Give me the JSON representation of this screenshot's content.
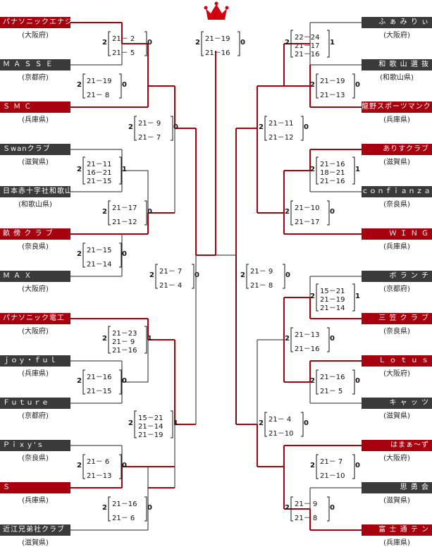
{
  "colors": {
    "winner": "#a6000f",
    "loser_line": "#222222",
    "team_bg": "#3a3a3a"
  },
  "crown_icon": "crown-icon",
  "left_teams": [
    {
      "name": "パナソニックエナジー",
      "pref": "(大阪府)",
      "win": true
    },
    {
      "name": "Ｍ Ａ Ｓ Ｓ Ｅ",
      "pref": "(京都府)",
      "win": false
    },
    {
      "name": "Ｓ  Ｍ  Ｃ",
      "pref": "(兵庫県)",
      "win": true
    },
    {
      "name": "Ｓwanクラブ",
      "pref": "(滋賀県)",
      "win": false
    },
    {
      "name": "日本赤十字社和歌山医療",
      "pref": "(和歌山県)",
      "win": false
    },
    {
      "name": "畝 傍 ク ラ ブ",
      "pref": "(奈良県)",
      "win": true
    },
    {
      "name": "Ｍ  Ａ  Ｘ",
      "pref": "(大阪府)",
      "win": false
    },
    {
      "name": "パナソニック電工",
      "pref": "(大阪府)",
      "win": true
    },
    {
      "name": "ｊｏｙ・ｆｕｌ",
      "pref": "(兵庫県)",
      "win": false
    },
    {
      "name": "Ｆｕｔｕｒｅ",
      "pref": "(京都府)",
      "win": false
    },
    {
      "name": "Ｐｉｘｙ'ｓ",
      "pref": "(奈良県)",
      "win": false
    },
    {
      "name": "Ｓ",
      "pref": "(兵庫県)",
      "win": true
    },
    {
      "name": "近江兄弟社クラブ",
      "pref": "(滋賀県)",
      "win": false
    }
  ],
  "right_teams": [
    {
      "name": "ふ ぁ み り ぃ",
      "pref": "(大阪府)",
      "win": false
    },
    {
      "name": "和 歌 山 選 抜",
      "pref": "(和歌山県)",
      "win": false
    },
    {
      "name": "龍野スポーツマンクラブ",
      "pref": "(兵庫県)",
      "win": true
    },
    {
      "name": "ありすクラブ",
      "pref": "(滋賀県)",
      "win": true
    },
    {
      "name": "ｃｏｎｆｉａｎｚａ",
      "pref": "(奈良県)",
      "win": false
    },
    {
      "name": "Ｗ  Ｉ  Ｎ  Ｇ",
      "pref": "(兵庫県)",
      "win": true
    },
    {
      "name": "ボ ラ ン チ",
      "pref": "(京都府)",
      "win": false
    },
    {
      "name": "三 笠 ク ラ ブ",
      "pref": "(奈良県)",
      "win": true
    },
    {
      "name": "Ｌ ｏ ｔ ｕ ｓ",
      "pref": "(大阪府)",
      "win": true
    },
    {
      "name": "キ ャ ッ ツ",
      "pref": "(滋賀県)",
      "win": false
    },
    {
      "name": "はまぁ～ず",
      "pref": "(大阪府)",
      "win": true
    },
    {
      "name": "思  勇  会",
      "pref": "(滋賀県)",
      "win": false
    },
    {
      "name": "富 士 通 テ ン",
      "pref": "(兵庫県)",
      "win": true
    }
  ],
  "scores": [
    {
      "id": "l1",
      "a": 2,
      "b": 0,
      "games": [
        "21－ 2",
        "21－ 5"
      ]
    },
    {
      "id": "l2",
      "a": 2,
      "b": 0,
      "games": [
        "21－19",
        "21－ 8"
      ]
    },
    {
      "id": "l3",
      "a": 2,
      "b": 0,
      "games": [
        "21－ 9",
        "21－ 7"
      ]
    },
    {
      "id": "l4",
      "a": 2,
      "b": 1,
      "games": [
        "21－11",
        "16－21",
        "21－15"
      ]
    },
    {
      "id": "l5",
      "a": 2,
      "b": 0,
      "games": [
        "21－17",
        "21－12"
      ]
    },
    {
      "id": "l6",
      "a": 2,
      "b": 0,
      "games": [
        "21－15",
        "21－14"
      ]
    },
    {
      "id": "l7",
      "a": 2,
      "b": 0,
      "games": [
        "21－ 7",
        "21－ 4"
      ]
    },
    {
      "id": "l8",
      "a": 2,
      "b": 1,
      "games": [
        "21－23",
        "21－ 9",
        "21－16"
      ]
    },
    {
      "id": "l9",
      "a": 2,
      "b": 0,
      "games": [
        "21－16",
        "21－15"
      ]
    },
    {
      "id": "l10",
      "a": 2,
      "b": 1,
      "games": [
        "15－21",
        "21－14",
        "21－19"
      ]
    },
    {
      "id": "l11",
      "a": 2,
      "b": 0,
      "games": [
        "21－ 6",
        "21－13"
      ]
    },
    {
      "id": "l12",
      "a": 2,
      "b": 0,
      "games": [
        "21－16",
        "21－ 6"
      ]
    },
    {
      "id": "final",
      "a": 2,
      "b": 0,
      "games": [
        "21－19",
        "21－16"
      ]
    },
    {
      "id": "r1",
      "a": 2,
      "b": 1,
      "games": [
        "22－24",
        "21－17",
        "21－16"
      ]
    },
    {
      "id": "r2",
      "a": 2,
      "b": 0,
      "games": [
        "21－19",
        "21－13"
      ]
    },
    {
      "id": "r3",
      "a": 2,
      "b": 0,
      "games": [
        "21－11",
        "21－12"
      ]
    },
    {
      "id": "r4",
      "a": 2,
      "b": 1,
      "games": [
        "21－16",
        "18－21",
        "21－16"
      ]
    },
    {
      "id": "r5",
      "a": 2,
      "b": 0,
      "games": [
        "21－10",
        "21－17"
      ]
    },
    {
      "id": "r6",
      "a": 2,
      "b": 0,
      "games": [
        "21－ 9",
        "21－ 8"
      ]
    },
    {
      "id": "r7",
      "a": 2,
      "b": 1,
      "games": [
        "15－21",
        "21－19",
        "21－14"
      ]
    },
    {
      "id": "r8",
      "a": 2,
      "b": 0,
      "games": [
        "21－13",
        "21－16"
      ]
    },
    {
      "id": "r9",
      "a": 2,
      "b": 0,
      "games": [
        "21－16",
        "21－ 5"
      ]
    },
    {
      "id": "r10",
      "a": 2,
      "b": 0,
      "games": [
        "21－ 4",
        "21－10"
      ]
    },
    {
      "id": "r11",
      "a": 2,
      "b": 0,
      "games": [
        "21－ 7",
        "21－10"
      ]
    },
    {
      "id": "r12",
      "a": 2,
      "b": 0,
      "games": [
        "21－ 9",
        "21－ 8"
      ]
    }
  ]
}
